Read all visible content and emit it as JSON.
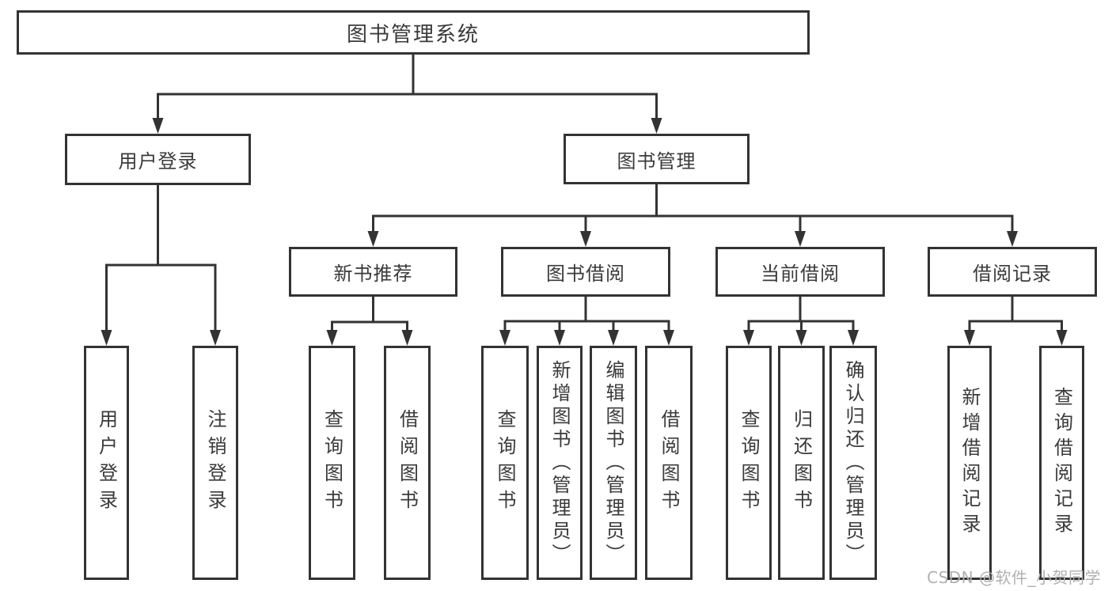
{
  "diagram": {
    "nodes": [
      {
        "id": "system",
        "label": "图书管理系统",
        "level": 1
      },
      {
        "id": "user-login",
        "label": "用户登录",
        "level": 2
      },
      {
        "id": "book-mgmt",
        "label": "图书管理",
        "level": 2
      },
      {
        "id": "new-book-rec",
        "label": "新书推荐",
        "level": 3
      },
      {
        "id": "book-borrow",
        "label": "图书借阅",
        "level": 3
      },
      {
        "id": "current-borrow",
        "label": "当前借阅",
        "level": 3
      },
      {
        "id": "borrow-records",
        "label": "借阅记录",
        "level": 3
      },
      {
        "id": "leaf-user-login",
        "label": "用户登录",
        "level": 4
      },
      {
        "id": "leaf-logout",
        "label": "注销登录",
        "level": 4
      },
      {
        "id": "leaf-nb-query",
        "label": "查询图书",
        "level": 4
      },
      {
        "id": "leaf-nb-borrow",
        "label": "借阅图书",
        "level": 4
      },
      {
        "id": "leaf-bw-query",
        "label": "查询图书",
        "level": 4
      },
      {
        "id": "leaf-bw-add",
        "label": "新增图书（管理员）",
        "level": 4
      },
      {
        "id": "leaf-bw-edit",
        "label": "编辑图书（管理员）",
        "level": 4
      },
      {
        "id": "leaf-bw-borrow",
        "label": "借阅图书",
        "level": 4
      },
      {
        "id": "leaf-cu-query",
        "label": "查询图书",
        "level": 4
      },
      {
        "id": "leaf-cu-return",
        "label": "归还图书",
        "level": 4
      },
      {
        "id": "leaf-cu-confirm",
        "label": "确认归还（管理员）",
        "level": 4
      },
      {
        "id": "leaf-rc-add",
        "label": "新增借阅记录",
        "level": 4
      },
      {
        "id": "leaf-rc-query",
        "label": "查询借阅记录",
        "level": 4
      }
    ],
    "edges": [
      [
        "system",
        "user-login"
      ],
      [
        "system",
        "book-mgmt"
      ],
      [
        "user-login",
        "leaf-user-login"
      ],
      [
        "user-login",
        "leaf-logout"
      ],
      [
        "book-mgmt",
        "new-book-rec"
      ],
      [
        "book-mgmt",
        "book-borrow"
      ],
      [
        "book-mgmt",
        "current-borrow"
      ],
      [
        "book-mgmt",
        "borrow-records"
      ],
      [
        "new-book-rec",
        "leaf-nb-query"
      ],
      [
        "new-book-rec",
        "leaf-nb-borrow"
      ],
      [
        "book-borrow",
        "leaf-bw-query"
      ],
      [
        "book-borrow",
        "leaf-bw-add"
      ],
      [
        "book-borrow",
        "leaf-bw-edit"
      ],
      [
        "book-borrow",
        "leaf-bw-borrow"
      ],
      [
        "current-borrow",
        "leaf-cu-query"
      ],
      [
        "current-borrow",
        "leaf-cu-return"
      ],
      [
        "current-borrow",
        "leaf-cu-confirm"
      ],
      [
        "borrow-records",
        "leaf-rc-add"
      ],
      [
        "borrow-records",
        "leaf-rc-query"
      ]
    ]
  },
  "watermark": {
    "text": "CSDN @软件_小贺同学"
  },
  "colors": {
    "line": "#333333",
    "box_fill": "#ffffff",
    "text": "#3a3a3a",
    "watermark": "#b0b0b0"
  }
}
